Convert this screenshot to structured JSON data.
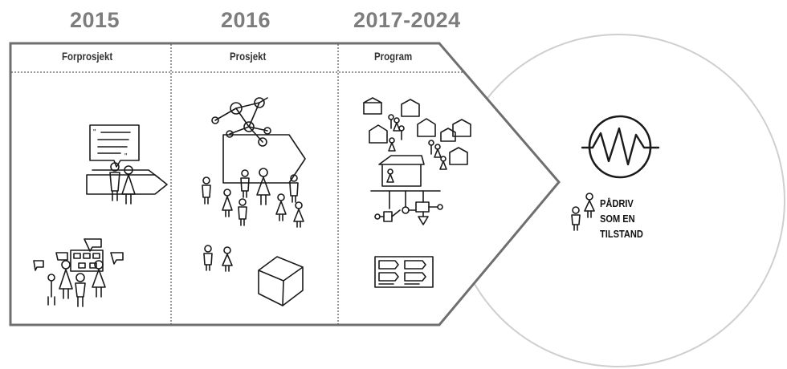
{
  "years": [
    "2015",
    "2016",
    "2017-2024"
  ],
  "phases": [
    "Forprosjekt",
    "Prosjekt",
    "Program"
  ],
  "state_label": [
    "PÅDRIV",
    "SOM EN",
    "TILSTAND"
  ],
  "colors": {
    "year": "#7d7d7d",
    "frame": "#6f6f6f",
    "circle": "#cfcfcf",
    "ink": "#1a1a1a"
  },
  "icons": [
    "speech-bubble-icon",
    "people-icon",
    "molecule-network-icon",
    "arrow-sign-icon",
    "house-icon",
    "village-icon",
    "flowchart-icon",
    "document-icon",
    "pulse-circle-icon"
  ]
}
